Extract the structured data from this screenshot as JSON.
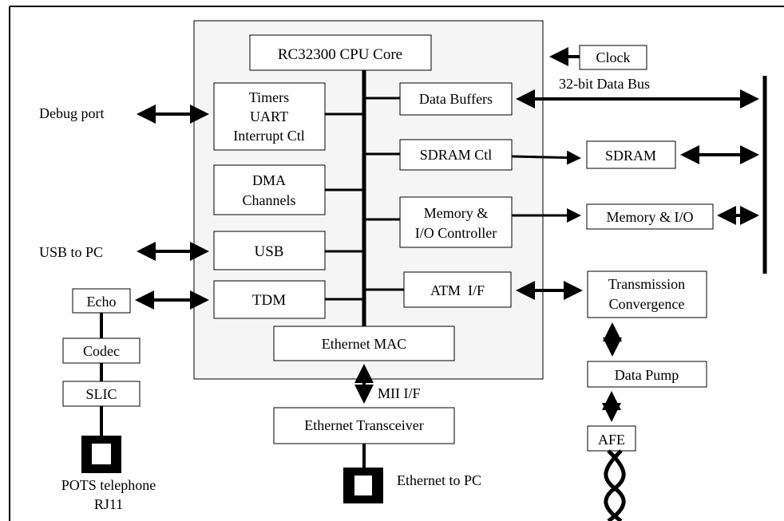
{
  "cpu": {
    "core": "RC32300 CPU Core",
    "timers_line1": "Timers",
    "timers_line2": "UART",
    "timers_line3": "Interrupt Ctl",
    "dma_line1": "DMA",
    "dma_line2": "Channels",
    "usb": "USB",
    "tdm": "TDM",
    "data_buffers": "Data Buffers",
    "sdram_ctl": "SDRAM Ctl",
    "memio_line1": "Memory &",
    "memio_line2": "I/O Controller",
    "atm": "ATM  I/F",
    "ethernet_mac": "Ethernet MAC"
  },
  "external": {
    "clock": "Clock",
    "data_bus": "32-bit Data Bus",
    "sdram": "SDRAM",
    "memory_io": "Memory & I/O",
    "tc_line1": "Transmission",
    "tc_line2": "Convergence",
    "data_pump": "Data Pump",
    "afe": "AFE",
    "mii": "MII I/F",
    "eth_transceiver": "Ethernet Transceiver",
    "eth_to_pc": "Ethernet to PC"
  },
  "left": {
    "debug_port": "Debug port",
    "usb_to_pc": "USB to PC",
    "echo": "Echo",
    "codec": "Codec",
    "slic": "SLIC",
    "pots_line1": "POTS telephone",
    "pots_line2": "RJ11"
  }
}
